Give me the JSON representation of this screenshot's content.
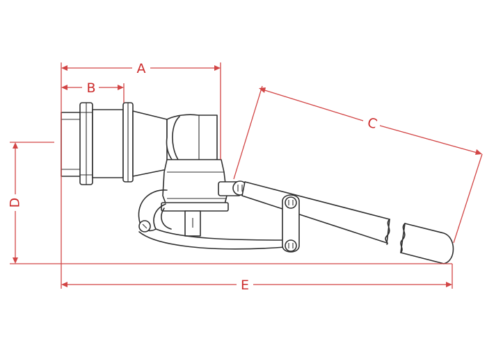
{
  "diagram": {
    "dimension_labels": {
      "a": "A",
      "b": "B",
      "c": "C",
      "d": "D",
      "e": "E"
    }
  },
  "colors": {
    "dimension_line": "#d24545",
    "outline": "#2e2e2e",
    "background": "#ffffff"
  }
}
